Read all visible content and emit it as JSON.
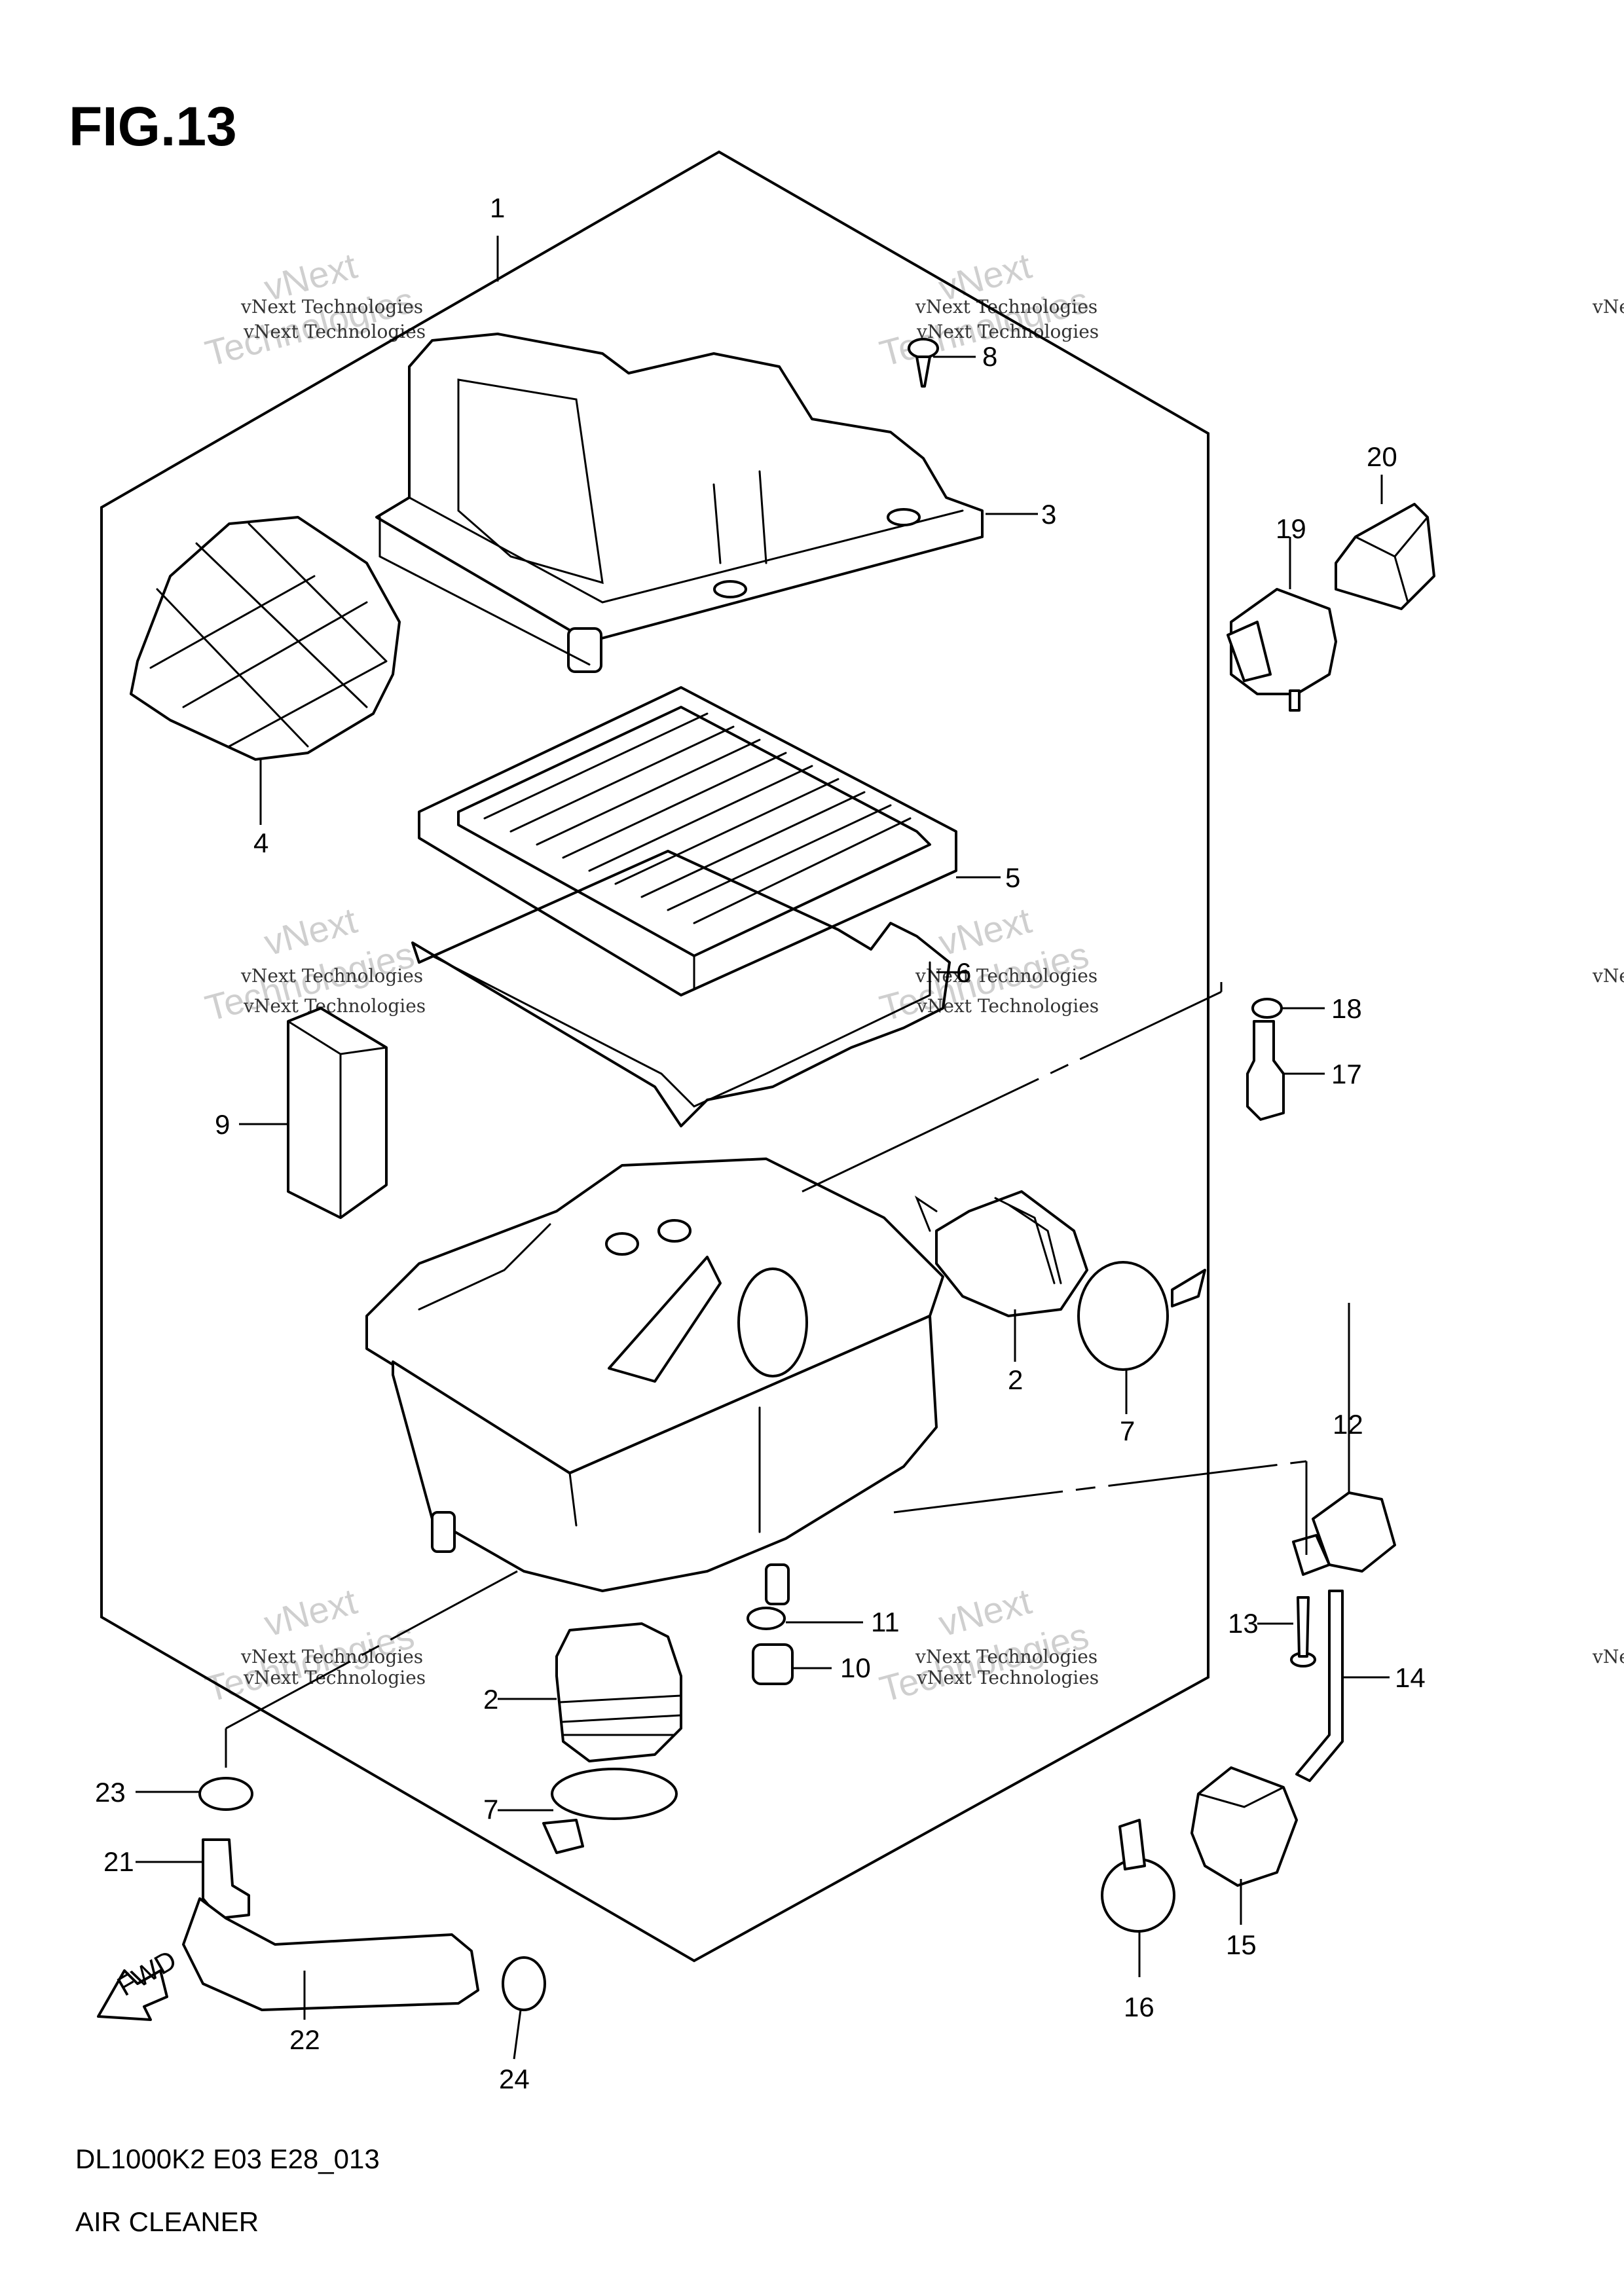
{
  "figure_title": "FIG.13",
  "footer": {
    "code": "DL1000K2 E03 E28_013",
    "name": "AIR CLEANER"
  },
  "watermark": {
    "small": "vNext Technologies",
    "big_a": "vNext",
    "big_b": "Technologies"
  },
  "fwd_label": "FWD",
  "callouts": {
    "p1": "1",
    "p2a": "2",
    "p2b": "2",
    "p3": "3",
    "p4": "4",
    "p5": "5",
    "p6": "6",
    "p7a": "7",
    "p7b": "7",
    "p8": "8",
    "p9": "9",
    "p10": "10",
    "p11": "11",
    "p12": "12",
    "p13": "13",
    "p14": "14",
    "p15": "15",
    "p16": "16",
    "p17": "17",
    "p18": "18",
    "p19": "19",
    "p20": "20",
    "p21": "21",
    "p22": "22",
    "p23": "23",
    "p24": "24"
  }
}
